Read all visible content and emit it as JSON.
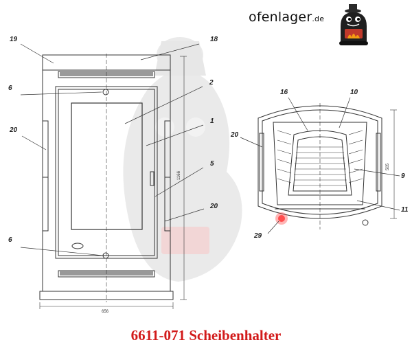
{
  "brand": {
    "name": "ofenlager",
    "tld": ".de"
  },
  "caption": "6611-071 Scheibenhalter",
  "colors": {
    "caption": "#d21a1a",
    "line": "#333333",
    "watermark": "#dcdcdc",
    "highlight": "#ff2b2b"
  },
  "front_view": {
    "callouts": [
      "19",
      "18",
      "6",
      "2",
      "1",
      "20",
      "5",
      "20",
      "6"
    ],
    "dimension_width": "656",
    "dimension_height": "1166"
  },
  "top_view": {
    "callouts": [
      "16",
      "10",
      "20",
      "9",
      "11",
      "29"
    ],
    "dimension_depth": "505"
  },
  "icons": [
    "stove-mascot-logo-icon",
    "watermark-mascot-icon",
    "highlight-marker-icon"
  ]
}
